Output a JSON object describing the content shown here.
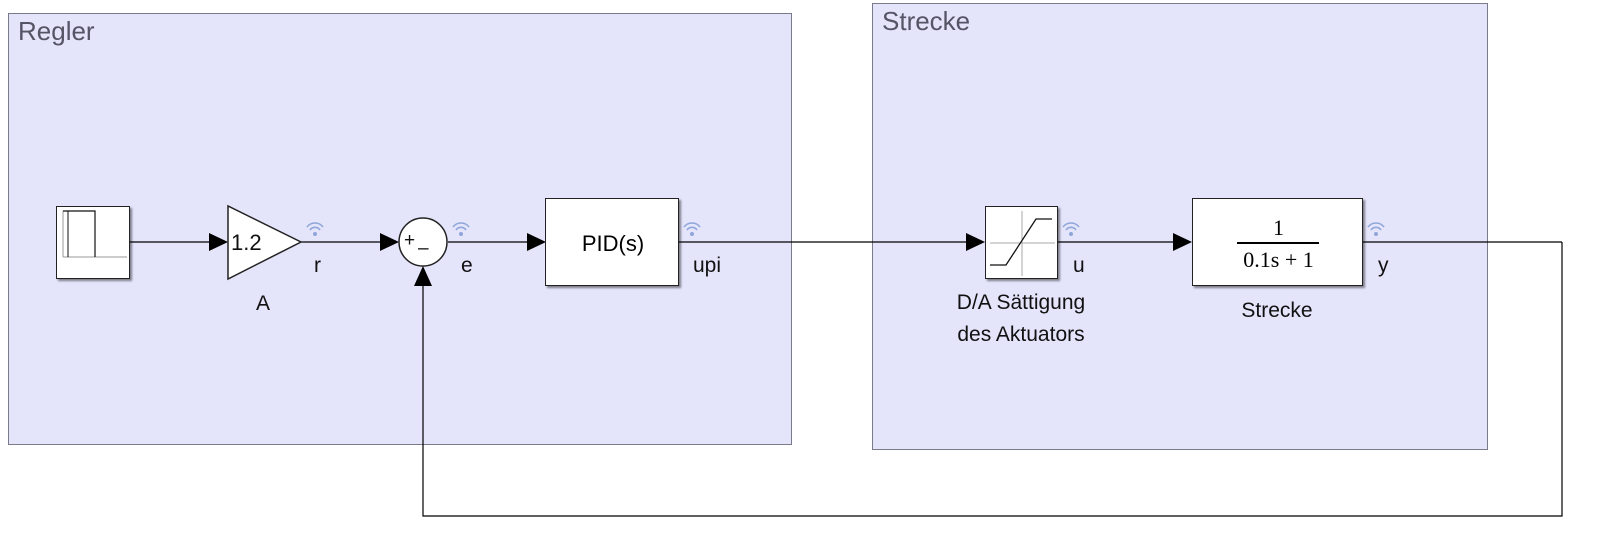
{
  "areas": {
    "controller_title": "Regler",
    "plant_title": "Strecke"
  },
  "blocks": {
    "gain_value": "1.2",
    "gain_name": "A",
    "sum_plus": "+",
    "sum_minus": "–",
    "pid_label": "PID(s)",
    "saturation_name_line1": "D/A Sättigung",
    "saturation_name_line2": "des Aktuators",
    "tf_numerator": "1",
    "tf_denominator": "0.1s + 1",
    "tf_name": "Strecke"
  },
  "signals": {
    "r": "r",
    "e": "e",
    "upi": "upi",
    "u": "u",
    "y": "y"
  },
  "colors": {
    "area_fill": "#e4e4fb",
    "area_border": "#7a7a88",
    "area_title": "#555566",
    "signal_marker": "#8fa6d8"
  },
  "icons": {
    "step_source": "step-icon",
    "saturation": "saturation-icon",
    "signal_logging": "wifi-signal-icon"
  }
}
